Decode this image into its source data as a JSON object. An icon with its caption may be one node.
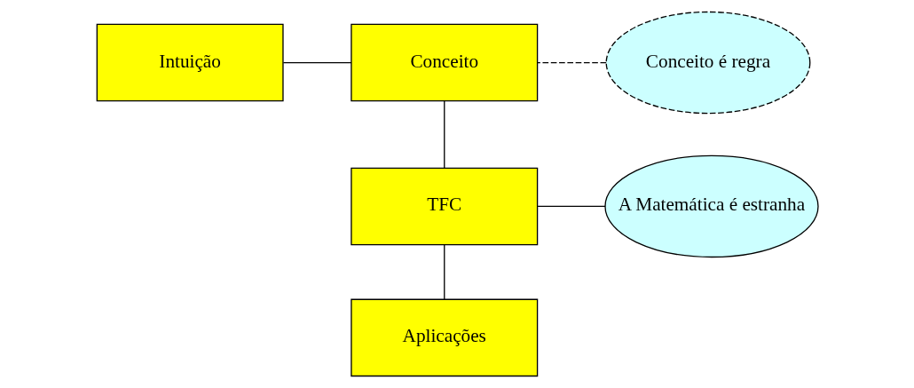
{
  "diagram": {
    "nodes": [
      {
        "text": [
          "Intuição"
        ]
      },
      {
        "text": [
          "Conceito"
        ]
      },
      {
        "text": [
          "TFC"
        ]
      },
      {
        "text": [
          "Aplicações"
        ]
      },
      {
        "text": [
          "Conceito é regra"
        ]
      },
      {
        "text": [
          "A Matemática é estranha"
        ]
      }
    ],
    "edges": [
      {
        "from": 0,
        "to": 1,
        "arrow": "none"
      },
      {
        "from": 1,
        "to": 2,
        "arrow": "none"
      },
      {
        "from": 2,
        "to": 3,
        "arrow": "none"
      },
      {
        "from": 4,
        "to": 1,
        "arrow": "none",
        "style": "dashed"
      },
      {
        "from": 5,
        "to": 2,
        "arrow": "none"
      }
    ]
  }
}
